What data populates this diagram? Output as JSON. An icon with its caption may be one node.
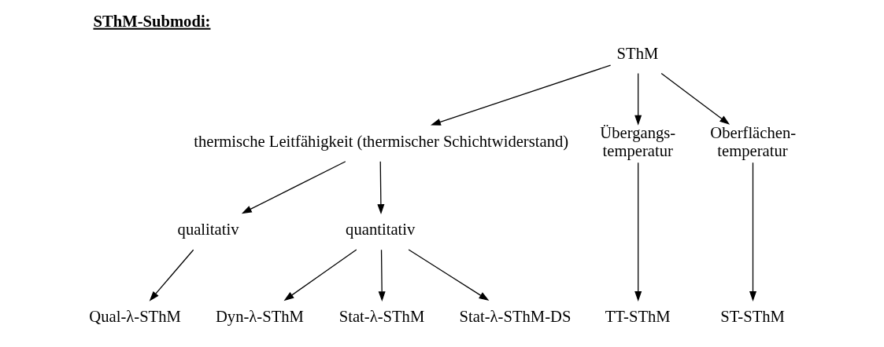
{
  "diagram": {
    "title": "SThM-Submodi:",
    "nodes": [
      {
        "text": [
          "SThM"
        ]
      },
      {
        "text": [
          "thermische Leitfähigkeit (thermischer Schichtwiderstand)"
        ]
      },
      {
        "text": [
          "Übergangs- temperatur"
        ]
      },
      {
        "text": [
          "Oberflächen- temperatur"
        ]
      },
      {
        "text": [
          "qualitativ"
        ]
      },
      {
        "text": [
          "quantitativ"
        ]
      },
      {
        "text": [
          "Qual-λ-SThM"
        ]
      },
      {
        "text": [
          "Dyn-λ-SThM"
        ]
      },
      {
        "text": [
          "Stat-λ-SThM"
        ]
      },
      {
        "text": [
          "Stat-λ-SThM-DS"
        ]
      },
      {
        "text": [
          "TT-SThM"
        ]
      },
      {
        "text": [
          "ST-SThM"
        ]
      }
    ],
    "edges": [
      {
        "from": 0,
        "to": 1,
        "arrow": "to"
      },
      {
        "from": 0,
        "to": 2,
        "arrow": "to"
      },
      {
        "from": 0,
        "to": 3,
        "arrow": "to"
      },
      {
        "from": 1,
        "to": 4,
        "arrow": "to"
      },
      {
        "from": 1,
        "to": 5,
        "arrow": "to"
      },
      {
        "from": 4,
        "to": 6,
        "arrow": "to"
      },
      {
        "from": 5,
        "to": 7,
        "arrow": "to"
      },
      {
        "from": 5,
        "to": 8,
        "arrow": "to"
      },
      {
        "from": 5,
        "to": 9,
        "arrow": "to"
      },
      {
        "from": 2,
        "to": 10,
        "arrow": "to"
      },
      {
        "from": 3,
        "to": 11,
        "arrow": "to"
      }
    ]
  }
}
